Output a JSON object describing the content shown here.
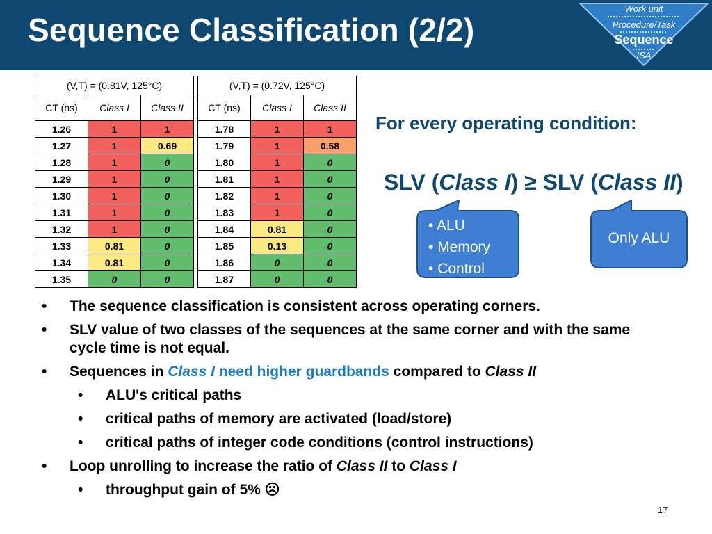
{
  "header": {
    "title": "Sequence Classification (2/2)",
    "hierarchy": [
      "Work unit",
      "Procedure/Task",
      "Sequence",
      "ISA"
    ]
  },
  "table": {
    "groups": [
      "(V,T) = (0.81V, 125°C)",
      "(V,T) = (0.72V, 125°C)"
    ],
    "columns": [
      "CT (ns)",
      "Class I",
      "Class II",
      "CT (ns)",
      "Class I",
      "Class II"
    ],
    "rows": [
      [
        "1.26",
        "1",
        "1",
        "1.78",
        "1",
        "1"
      ],
      [
        "1.27",
        "1",
        "0.69",
        "1.79",
        "1",
        "0.58"
      ],
      [
        "1.28",
        "1",
        "0",
        "1.80",
        "1",
        "0"
      ],
      [
        "1.29",
        "1",
        "0",
        "1.81",
        "1",
        "0"
      ],
      [
        "1.30",
        "1",
        "0",
        "1.82",
        "1",
        "0"
      ],
      [
        "1.31",
        "1",
        "0",
        "1.83",
        "1",
        "0"
      ],
      [
        "1.32",
        "1",
        "0",
        "1.84",
        "0.81",
        "0"
      ],
      [
        "1.33",
        "0.81",
        "0",
        "1.85",
        "0.13",
        "0"
      ],
      [
        "1.34",
        "0.81",
        "0",
        "1.86",
        "0",
        "0"
      ],
      [
        "1.35",
        "0",
        "0",
        "1.87",
        "0",
        "0"
      ]
    ],
    "cell_colors": [
      [
        "red",
        "red",
        "red",
        "red"
      ],
      [
        "red",
        "yel",
        "red",
        "org"
      ],
      [
        "red",
        "grn",
        "red",
        "grn"
      ],
      [
        "red",
        "grn",
        "red",
        "grn"
      ],
      [
        "red",
        "grn",
        "red",
        "grn"
      ],
      [
        "red",
        "grn",
        "red",
        "grn"
      ],
      [
        "red",
        "grn",
        "yel",
        "grn"
      ],
      [
        "yel",
        "grn",
        "yel",
        "grn"
      ],
      [
        "yel",
        "grn",
        "grn",
        "grn"
      ],
      [
        "grn",
        "grn",
        "grn",
        "grn"
      ]
    ]
  },
  "condition": "For every operating condition:",
  "slv_formula": {
    "p1": "SLV (",
    "c1": "Class I",
    "p2": ") ≥ SLV (",
    "c2": "Class II",
    "p3": ")"
  },
  "callout_class1": [
    "ALU",
    "Memory",
    "Control"
  ],
  "callout_class2": "Only ALU",
  "bullets": {
    "b1": "The sequence classification is consistent across operating corners.",
    "b2": "SLV value of two classes of the sequences at the same corner and with the same cycle time is not equal.",
    "b3_pre": "Sequences in ",
    "b3_class": "Class I",
    "b3_mid": " need higher guardbands",
    "b3_post": " compared to ",
    "b3_class2": "Class II",
    "s1": "ALU's critical paths",
    "s2": "critical paths of memory are activated (load/store)",
    "s3": "critical paths of integer code conditions (control instructions)",
    "b4_pre": "Loop unrolling to increase the ratio of ",
    "b4_c1": "Class II",
    "b4_mid": " to ",
    "b4_c2": "Class I",
    "s4": "throughput gain of 5% ☹"
  },
  "page_number": "17",
  "colors": {
    "header_bg": "#0e4770",
    "triangle": "#2e7fc7",
    "callout_fill": "#3e7fd4",
    "red": "#f3615c",
    "yellow": "#fde983",
    "green": "#63bd6e",
    "orange": "#f7a06c",
    "highlight_blue": "#1f7bc1"
  }
}
